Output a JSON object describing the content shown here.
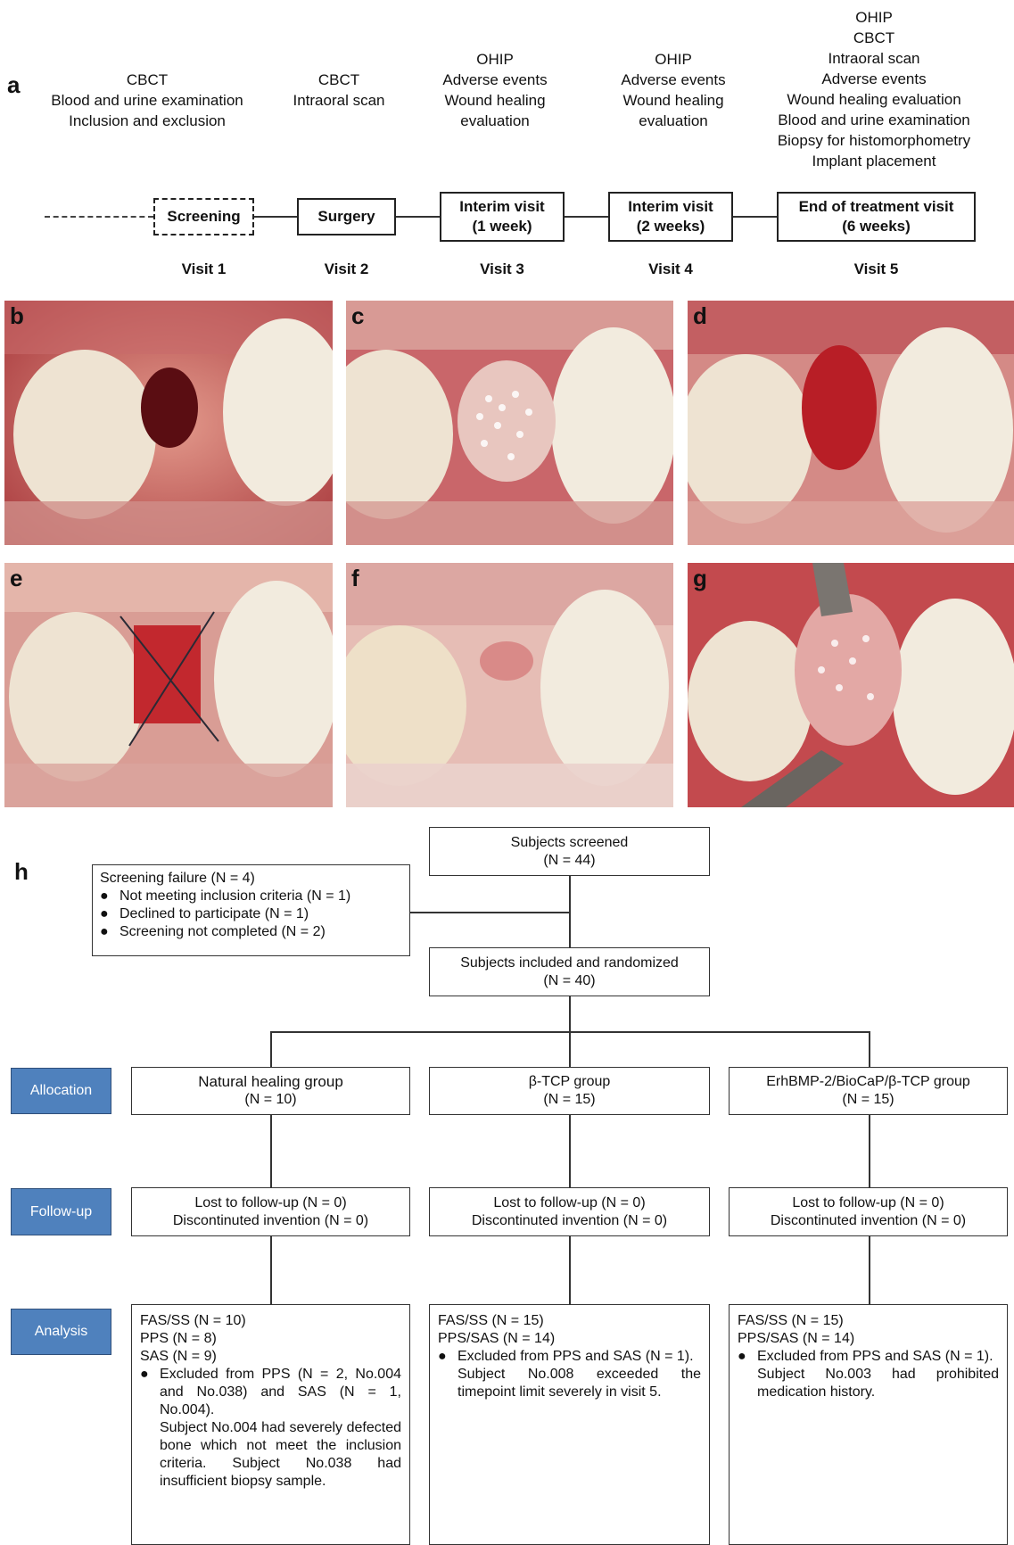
{
  "panel_a": {
    "letter": "a",
    "visits": [
      {
        "activities": "CBCT\nBlood and urine examination\nInclusion and exclusion",
        "box": "Screening",
        "label": "Visit 1"
      },
      {
        "activities": "CBCT\nIntraoral scan",
        "box": "Surgery",
        "label": "Visit 2"
      },
      {
        "activities": "OHIP\nAdverse events\nWound healing\nevaluation",
        "box": "Interim visit\n(1 week)",
        "label": "Visit 3"
      },
      {
        "activities": "OHIP\nAdverse events\nWound healing\nevaluation",
        "box": "Interim visit\n(2 weeks)",
        "label": "Visit 4"
      },
      {
        "activities": "OHIP\nCBCT\nIntraoral scan\nAdverse events\nWound healing evaluation\nBlood and urine examination\nBiopsy for histomorphometry\nImplant placement",
        "box": "End of treatment visit\n(6 weeks)",
        "label": "Visit 5"
      }
    ]
  },
  "photos": [
    "b",
    "c",
    "d",
    "e",
    "f",
    "g"
  ],
  "panel_h": {
    "letter": "h",
    "screened": {
      "line1": "Subjects screened",
      "line2": "(N = 44)"
    },
    "screening_failure": {
      "title": "Screening failure (N = 4)",
      "items": [
        "Not meeting inclusion criteria (N = 1)",
        "Declined to participate (N = 1)",
        "Screening not completed (N = 2)"
      ]
    },
    "randomized": {
      "line1": "Subjects included and randomized",
      "line2": "(N = 40)"
    },
    "side_labels": {
      "allocation": "Allocation",
      "followup": "Follow-up",
      "analysis": "Analysis"
    },
    "groups": [
      {
        "name": "Natural healing group",
        "n": "(N = 10)",
        "followup1": "Lost to follow-up  (N = 0)",
        "followup2": "Discontinuted invention  (N = 0)",
        "analysis": [
          "FAS/SS (N = 10)",
          "PPS (N = 8)",
          "SAS (N = 9)"
        ],
        "bullet": "Excluded from PPS (N = 2, No.004 and No.038) and SAS (N = 1, No.004).",
        "note": "Subject No.004 had severely defected bone which not meet the inclusion criteria. Subject No.038 had insufficient biopsy sample."
      },
      {
        "name": "β-TCP group",
        "n": "(N = 15)",
        "followup1": "Lost to follow-up  (N = 0)",
        "followup2": "Discontinuted invention  (N = 0)",
        "analysis": [
          "FAS/SS (N = 15)",
          "PPS/SAS (N = 14)"
        ],
        "bullet": "Excluded from PPS and SAS (N = 1).",
        "note": "Subject No.008 exceeded the timepoint limit severely in visit 5."
      },
      {
        "name": "ErhBMP-2/BioCaP/β-TCP group",
        "n": "(N = 15)",
        "followup1": "Lost to follow-up  (N = 0)",
        "followup2": "Discontinuted invention  (N = 0)",
        "analysis": [
          "FAS/SS (N = 15)",
          "PPS/SAS (N = 14)"
        ],
        "bullet": "Excluded from PPS and SAS (N = 1).",
        "note": "Subject No.003 had prohibited medication history."
      }
    ],
    "colors": {
      "side_label_bg": "#4f81bd"
    }
  }
}
